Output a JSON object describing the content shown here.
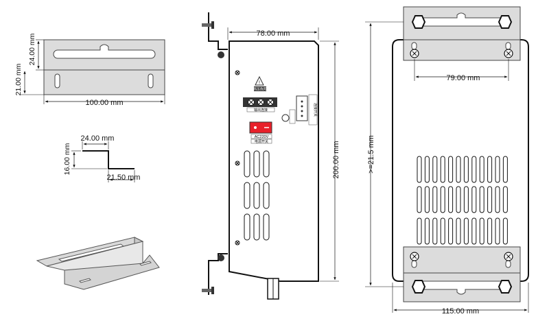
{
  "bracket_top_view": {
    "width_label": "100.00 mm",
    "upper_height_label": "24.00 mm",
    "total_height_label": "21.00 mm"
  },
  "bracket_profile": {
    "top_width_label": "24.00 mm",
    "height_label": "16.00 mm",
    "bottom_width_label": "21.50 mm"
  },
  "side_view": {
    "depth_label": "78.00 mm",
    "height_label": "200.00 mm",
    "switch_label": "AC220V",
    "switch_caption": "电源开关",
    "terminal_caption": "输出连接",
    "side_caption": "连接开关",
    "warning_caption": "高压危险"
  },
  "front_view": {
    "hole_spacing_label": "79.00 mm",
    "height_label": ">=21.5 mm",
    "width_label": "115.00 mm"
  },
  "colors": {
    "bracket_fill": "#dcdcdc",
    "switch_red": "#e8202a",
    "terminal_dark": "#333333",
    "line": "#111111"
  }
}
